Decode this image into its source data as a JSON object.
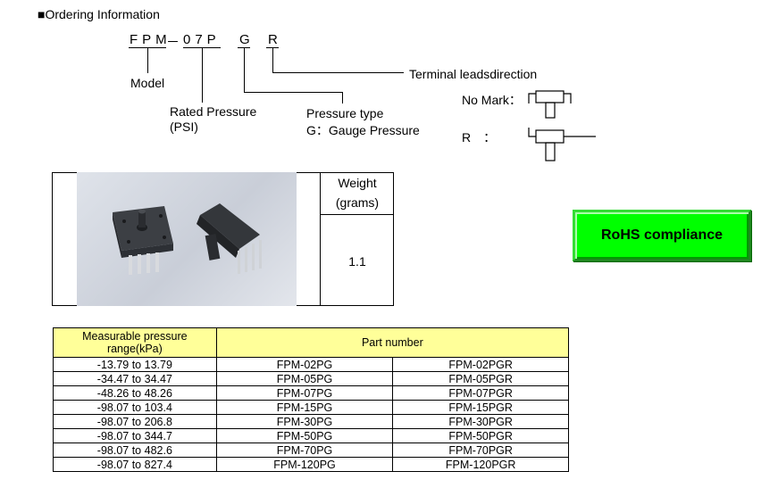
{
  "title": "■Ordering Information",
  "code": {
    "model": "FPM",
    "dash": "－",
    "pressure": "07P",
    "type": "G",
    "terminal": "R"
  },
  "labels": {
    "model": "Model",
    "rated_pressure": "Rated Pressure",
    "rated_unit": "(PSI)",
    "pressure_type": "Pressure type",
    "gauge": "G：Gauge Pressure",
    "terminal": "Terminal leadsdirection",
    "no_mark": "No Mark：",
    "r_mark": "R　：",
    "no_mark_icon": "terminal-up-icon",
    "r_mark_icon": "terminal-side-icon"
  },
  "weight": {
    "header_line1": "Weight",
    "header_line2": "(grams)",
    "value": "1.1"
  },
  "rohs": "RoHS compliance",
  "table": {
    "header_range": "Measurable pressure range(kPa)",
    "header_part": "Part number",
    "rows": [
      {
        "range": "-13.79 to 13.79",
        "pg": "FPM-02PG",
        "pgr": "FPM-02PGR"
      },
      {
        "range": "-34.47 to 34.47",
        "pg": "FPM-05PG",
        "pgr": "FPM-05PGR"
      },
      {
        "range": "-48.26 to 48.26",
        "pg": "FPM-07PG",
        "pgr": "FPM-07PGR"
      },
      {
        "range": "-98.07 to 103.4",
        "pg": "FPM-15PG",
        "pgr": "FPM-15PGR"
      },
      {
        "range": "-98.07 to 206.8",
        "pg": "FPM-30PG",
        "pgr": "FPM-30PGR"
      },
      {
        "range": "-98.07 to 344.7",
        "pg": "FPM-50PG",
        "pgr": "FPM-50PGR"
      },
      {
        "range": "-98.07 to 482.6",
        "pg": "FPM-70PG",
        "pgr": "FPM-70PGR"
      },
      {
        "range": "-98.07 to 827.4",
        "pg": "FPM-120PG",
        "pgr": "FPM-120PGR"
      }
    ]
  }
}
